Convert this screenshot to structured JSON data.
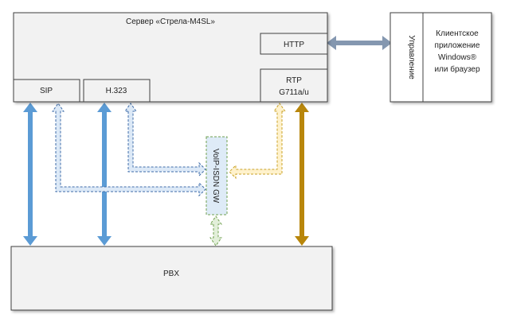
{
  "diagram": {
    "server": {
      "title": "Сервер «Стрела-M4SL»",
      "http": "HTTP",
      "sip": "SIP",
      "h323": "H.323",
      "rtp_line1": "RTP",
      "rtp_line2": "G711a/u"
    },
    "client": {
      "control_label": "Управление",
      "app_line1": "Клиентское",
      "app_line2": "приложение",
      "app_line3": "Windows®",
      "app_line4": "или браузер"
    },
    "gateway": {
      "label": "VoIP-ISDN GW"
    },
    "pbx": {
      "label": "PBX"
    },
    "colors": {
      "box_fill": "#f2f2f2",
      "box_stroke": "#404040",
      "blue_arrow": "#5b9bd5",
      "blue_dashed_fill": "#dce9f7",
      "blue_dashed_stroke": "#3f6ca8",
      "gold_arrow": "#b8860b",
      "yellow_dashed_fill": "#fff2cc",
      "yellow_dashed_stroke": "#c9a227",
      "green_dashed_fill": "#e2efd9",
      "green_dashed_stroke": "#70a050",
      "gateway_fill": "#deebf7",
      "gray_arrow": "#8497b0"
    }
  }
}
